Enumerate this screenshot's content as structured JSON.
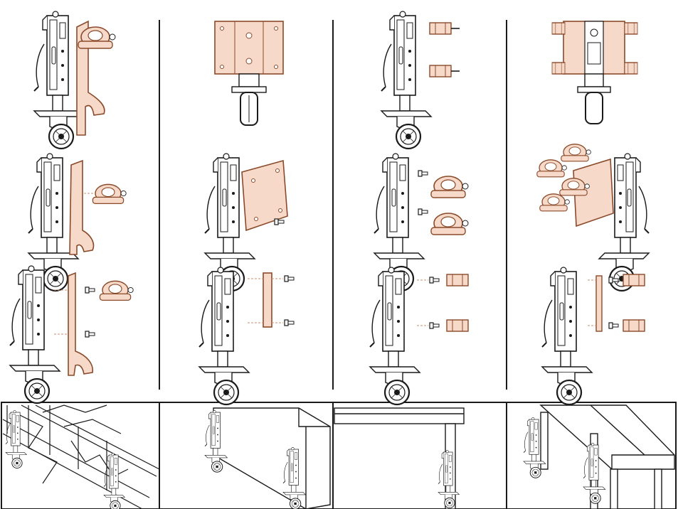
{
  "sheet": {
    "description_visible_text": "",
    "colors": {
      "line": "#1a1a1a",
      "part_fill": "#f6d9c8",
      "part_stroke": "#8a4a2a",
      "dash": "#c98f6f",
      "background": "#ffffff"
    },
    "columns": [
      {
        "id": "hook-plate",
        "rows": [
          "assembled-front",
          "assembled-iso",
          "exploded"
        ],
        "scene": "truss"
      },
      {
        "id": "flat-plate",
        "rows": [
          "assembled-front",
          "assembled-iso",
          "exploded"
        ],
        "scene": "stage-box"
      },
      {
        "id": "twin-clamp",
        "rows": [
          "assembled-front",
          "assembled-iso",
          "exploded"
        ],
        "scene": "table"
      },
      {
        "id": "quad-clamp",
        "rows": [
          "assembled-front",
          "assembled-iso",
          "exploded"
        ],
        "scene": "platform"
      }
    ],
    "icons": [
      "caster-wheel-icon",
      "clamp-coupler-icon",
      "bolt-icon",
      "mounting-plate-icon",
      "truss-icon",
      "stage-deck-icon"
    ]
  }
}
